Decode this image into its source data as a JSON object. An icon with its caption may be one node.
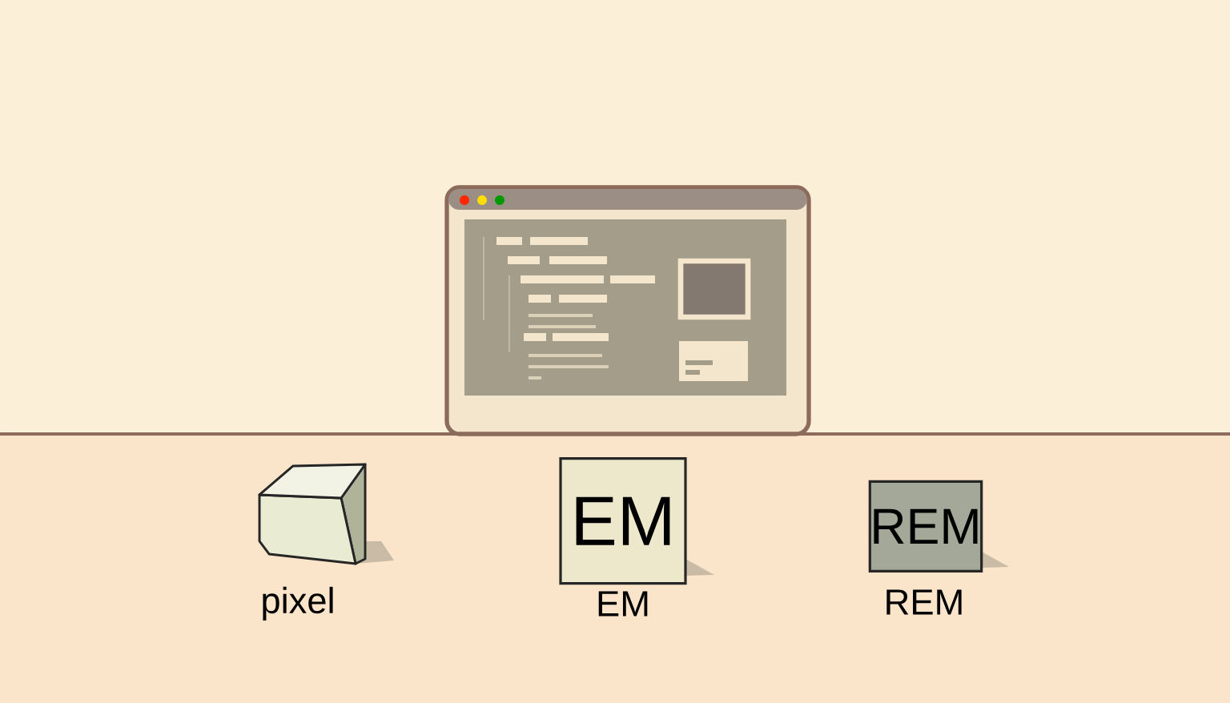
{
  "diagram": {
    "nodes": [
      {
        "text": [],
        "shape": "picture"
      },
      {
        "text": [],
        "shape": "box",
        "beside": [
          "pixel"
        ]
      },
      {
        "text": [
          "EM"
        ],
        "beside": [
          "EM"
        ]
      },
      {
        "text": [
          "REM"
        ],
        "beside": [
          "REM"
        ]
      }
    ]
  }
}
